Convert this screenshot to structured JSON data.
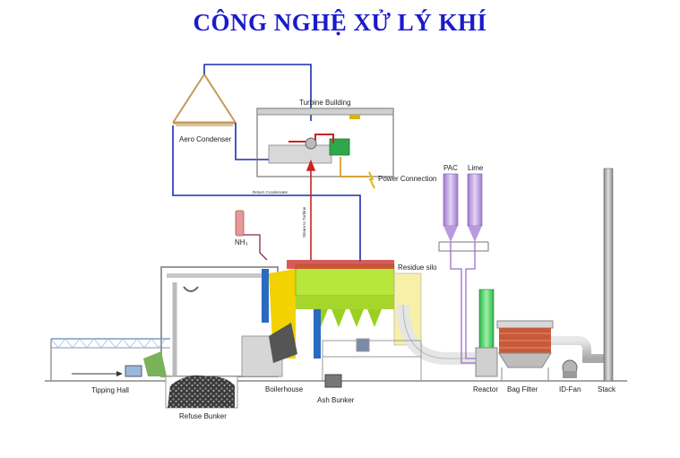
{
  "title": "CÔNG NGHỆ XỬ LÝ KHÍ",
  "labels": {
    "aero_condenser": "Aero Condenser",
    "turbine_building": "Turbine Building",
    "power_connection": "Power Connection",
    "return_condensate": "Return Condensate",
    "steam_to_turbine": "Steam to Turbine",
    "nh3": "NH₃",
    "pac": "PAC",
    "lime": "Lime",
    "residue_silo": "Residue silo",
    "tipping_hall": "Tipping Hall",
    "refuse_bunker": "Refuse Bunker",
    "boilerhouse": "Boilerhouse",
    "ash_bunker": "Ash Bunker",
    "reactor": "Reactor",
    "bag_filter": "Bag Filter",
    "id_fan": "ID-Fan",
    "stack": "Stack"
  },
  "colors": {
    "title": "#1a1acc",
    "steam_line": "#cc2222",
    "condensate_line": "#1a2fb0",
    "chemical_line": "#9a6fc8",
    "power_line": "#d98a00",
    "boiler_green": "#b8e63a",
    "reactor_green": "#3dcf5a",
    "building_grey": "#c8c8c8"
  }
}
